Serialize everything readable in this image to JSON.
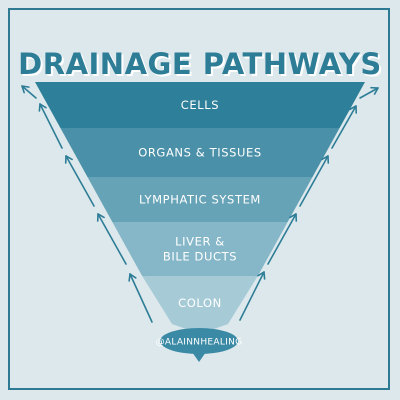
{
  "title": "DRAINAGE PATHWAYS",
  "levels": [
    {
      "lines": [
        "CELLS"
      ],
      "color": "#2e7f99"
    },
    {
      "lines": [
        "ORGANS & TISSUES"
      ],
      "color": "#4a90a8"
    },
    {
      "lines": [
        "LYMPHATIC SYSTEM"
      ],
      "color": "#66a3b7"
    },
    {
      "lines": [
        "LIVER &",
        "BILE DUCTS"
      ],
      "color": "#85b7c8"
    },
    {
      "lines": [
        "COLON"
      ],
      "color": "#a6cbd7"
    }
  ],
  "handle": "@ALAINNHEALING",
  "colors": {
    "background": "#dce8ec",
    "accent": "#2e7d97",
    "badge": "#3a8aa5"
  },
  "icons": [
    "up-arrow-icon"
  ]
}
